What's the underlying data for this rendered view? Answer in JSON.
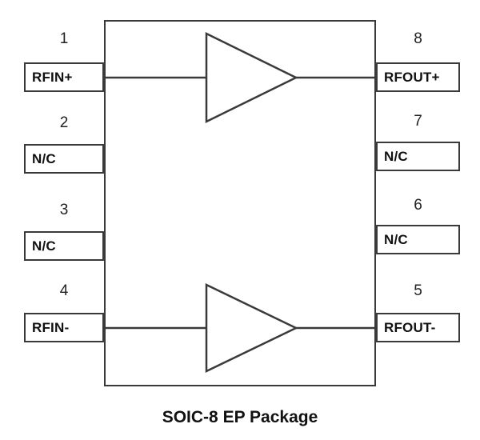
{
  "caption": "SOIC-8 EP Package",
  "package": {
    "left_pins": [
      {
        "number": "1",
        "label": "RFIN+"
      },
      {
        "number": "2",
        "label": "N/C"
      },
      {
        "number": "3",
        "label": "N/C"
      },
      {
        "number": "4",
        "label": "RFIN-"
      }
    ],
    "right_pins": [
      {
        "number": "8",
        "label": "RFOUT+"
      },
      {
        "number": "7",
        "label": "N/C"
      },
      {
        "number": "6",
        "label": "N/C"
      },
      {
        "number": "5",
        "label": "RFOUT-"
      }
    ]
  },
  "icons": {
    "amplifier_top": "amplifier-triangle",
    "amplifier_bottom": "amplifier-triangle"
  },
  "colors": {
    "line": "#3a3a3a",
    "background": "#ffffff",
    "text": "#111111"
  }
}
